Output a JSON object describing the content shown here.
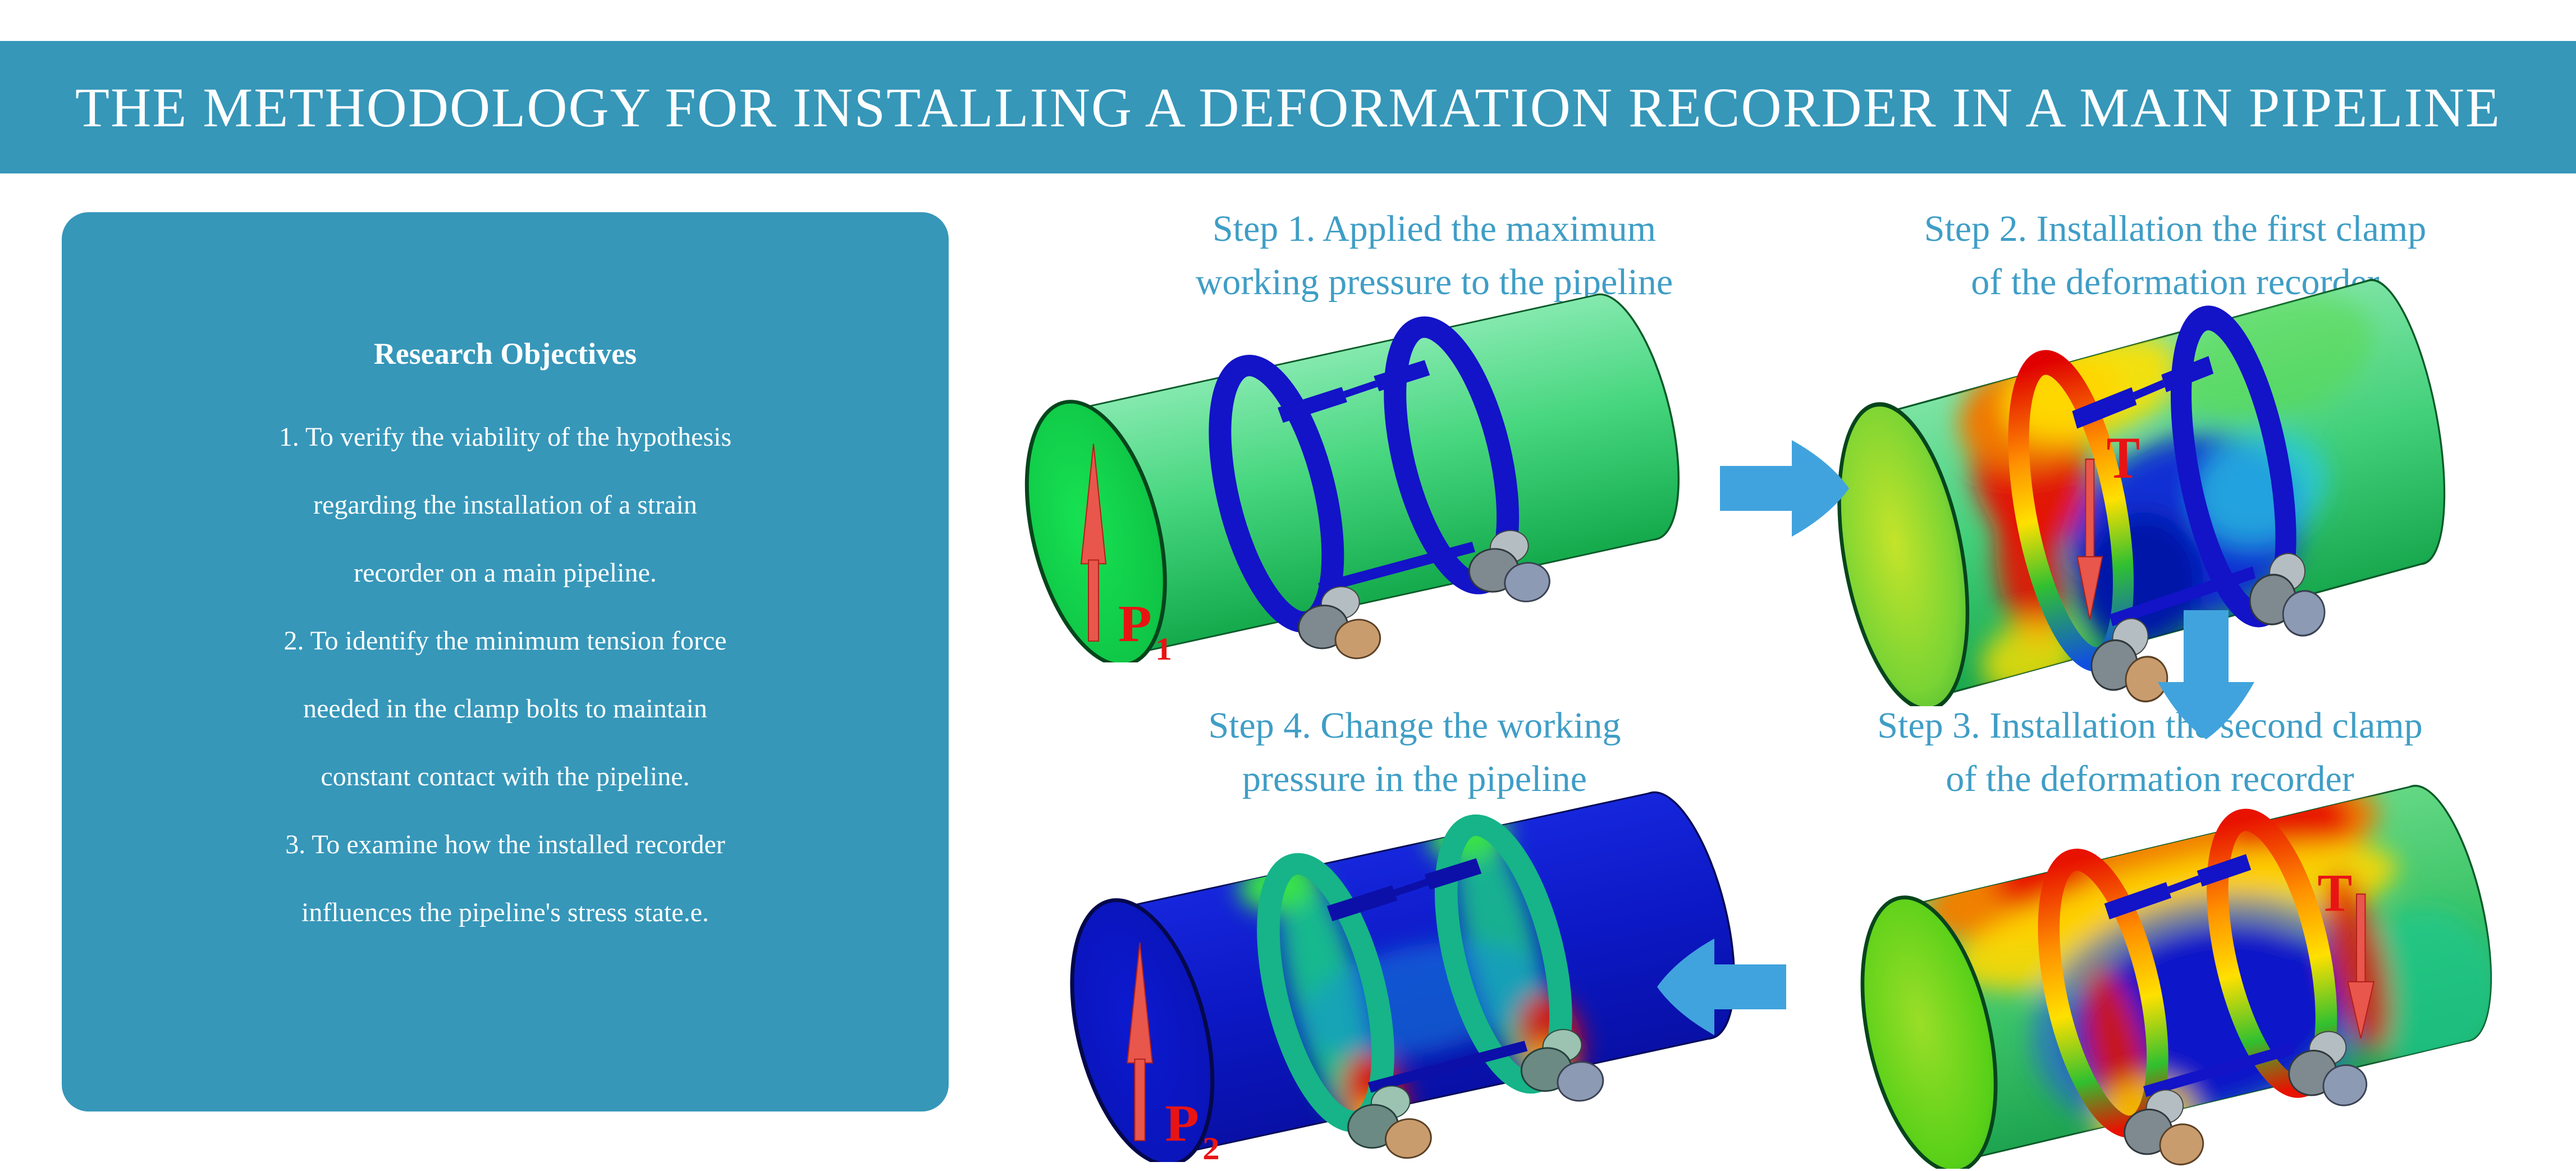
{
  "header": {
    "title": "THE METHODOLOGY FOR INSTALLING A DEFORMATION RECORDER IN A MAIN PIPELINE"
  },
  "colors": {
    "teal_banner": "#3697B9",
    "step_heading_blue": "#3F9EC6",
    "flow_arrow_blue": "#41A3DD",
    "annotation_red": "#E81414",
    "clamp_blue": "#1313C8",
    "pipe_green": "#46D67E",
    "pipe_dark_blue": "#0A16C8"
  },
  "sidebar": {
    "title": "Research Objectives",
    "lines": [
      "1. To verify the viability of the hypothesis",
      "regarding the installation of a strain",
      "recorder on a main pipeline.",
      "2. To identify the minimum tension force",
      "needed in the clamp bolts to maintain",
      "constant contact with the pipeline.",
      "3. To examine how the installed recorder",
      "influences the pipeline's stress state.e."
    ]
  },
  "steps": [
    {
      "title_line1": "Step 1. Applied the maximum",
      "title_line2": "working pressure to the pipeline",
      "annotation": {
        "label": "P",
        "sub": "1"
      }
    },
    {
      "title_line1": "Step 2. Installation the first clamp",
      "title_line2": "of the deformation recorder",
      "annotation": {
        "label": "T",
        "sub": ""
      }
    },
    {
      "title_line1": "Step 3. Installation the second clamp",
      "title_line2": "of the deformation recorder",
      "annotation": {
        "label": "T",
        "sub": ""
      }
    },
    {
      "title_line1": "Step 4. Change the working",
      "title_line2": "pressure in the pipeline",
      "annotation": {
        "label": "P",
        "sub": "2"
      }
    }
  ]
}
